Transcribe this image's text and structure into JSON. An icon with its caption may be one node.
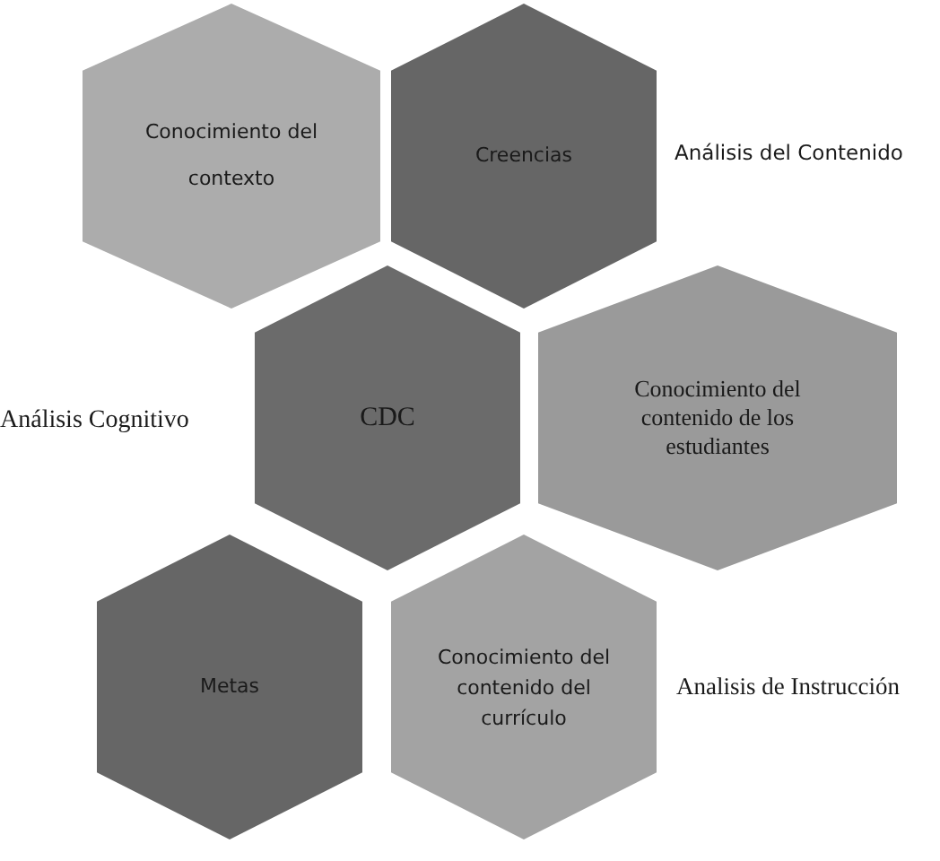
{
  "diagram": {
    "nodes": [
      {
        "text": [
          "Conocimiento del contexto"
        ]
      },
      {
        "text": [
          "Creencias"
        ]
      },
      {
        "text": [
          "CDC"
        ]
      },
      {
        "text": [
          "Conocimiento del contenido de los estudiantes"
        ]
      },
      {
        "text": [
          "Metas"
        ]
      },
      {
        "text": [
          "Conocimiento del contenido del currículo"
        ]
      }
    ],
    "labels": [
      "Análisis del Contenido",
      "Análisis Cognitivo",
      "Analisis de Instrucción"
    ]
  }
}
